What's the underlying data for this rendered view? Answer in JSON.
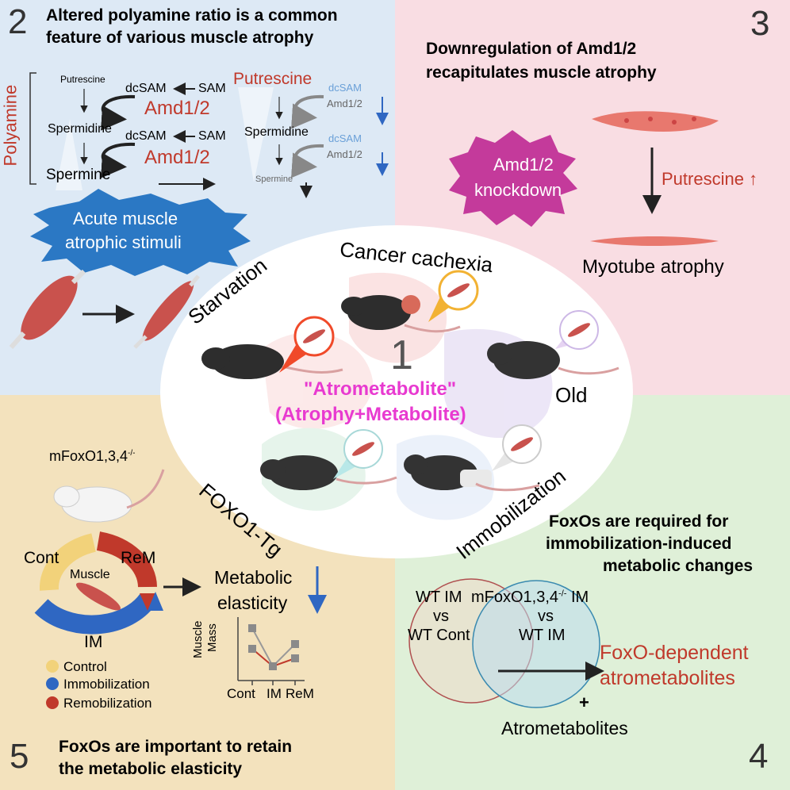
{
  "panel2": {
    "number": "2",
    "title_line1": "Altered polyamine ratio is a common",
    "title_line2": "feature of various muscle atrophy",
    "polyamine_label": "Polyamine",
    "left": {
      "putrescine": "Putrescine",
      "dcsam1": "dcSAM",
      "sam1": "SAM",
      "enzyme1": "Amd1/2",
      "spermidine": "Spermidine",
      "dcsam2": "dcSAM",
      "sam2": "SAM",
      "enzyme2": "Amd1/2",
      "spermine": "Spermine"
    },
    "right": {
      "putrescine": "Putrescine",
      "dcsam1": "dcSAM",
      "enzyme1": "Amd1/2",
      "spermidine": "Spermidine",
      "dcsam2": "dcSAM",
      "enzyme2": "Amd1/2",
      "spermine": "Spermine"
    },
    "stimuli_line1": "Acute muscle",
    "stimuli_line2": "atrophic stimuli"
  },
  "panel3": {
    "number": "3",
    "title_line1": "Downregulation of Amd1/2",
    "title_line2": "recapitulates muscle atrophy",
    "knockdown_line1": "Amd1/2",
    "knockdown_line2": "knockdown",
    "putrescine_up": "Putrescine",
    "up_arrow": "↑",
    "myotube": "Myotube atrophy"
  },
  "center": {
    "number": "1",
    "cancer": "Cancer cachexia",
    "starvation": "Starvation",
    "old": "Old",
    "foxo": "FOXO1-Tg",
    "immob": "Immobilization",
    "atro_line1": "\"Atrometabolite\"",
    "atro_line2": "(Atrophy+Metabolite)"
  },
  "panel4": {
    "number": "4",
    "title_line1": "FoxOs are required for",
    "title_line2": "immobilization-induced",
    "title_line3": "metabolic changes",
    "venn_left_l1": "WT IM",
    "venn_left_l2": "vs",
    "venn_left_l3": "WT Cont",
    "venn_right_l1": "mFoxO1,3,4",
    "venn_right_sup": "-/-",
    "venn_right_l1b": "IM",
    "venn_right_l2": "vs",
    "venn_right_l3": "WT IM",
    "foxo_dep_l1": "FoxO-dependent",
    "foxo_dep_l2": "atrometabolites",
    "plus": "+",
    "atrometabolites": "Atrometabolites"
  },
  "panel5": {
    "number": "5",
    "title_line1": "FoxOs are important to retain",
    "title_line2": "the metabolic elasticity",
    "mfoxo": "mFoxO1,3,4",
    "mfoxo_sup": "-/-",
    "cont": "Cont",
    "rem": "ReM",
    "muscle": "Muscle",
    "im": "IM",
    "metabolic_l1": "Metabolic",
    "metabolic_l2": "elasticity",
    "legend_control": "Control",
    "legend_immob": "Immobilization",
    "legend_remob": "Remobilization",
    "ylabel_l1": "Muscle",
    "ylabel_l2": "Mass",
    "x_cont": "Cont",
    "x_im": "IM",
    "x_rem": "ReM",
    "colors": {
      "control": "#f2d27a",
      "immobilization": "#2f67c2",
      "remobilization": "#c0392b"
    }
  },
  "colors": {
    "panel2_bg": "#dde9f5",
    "panel3_bg": "#f9dde3",
    "panel4_bg": "#dff0d8",
    "panel5_bg": "#f3e2bd",
    "accent_red": "#c0392b",
    "magenta": "#e83ad0",
    "knockdown": "#c43a9b",
    "stimuli": "#2b78c4"
  }
}
